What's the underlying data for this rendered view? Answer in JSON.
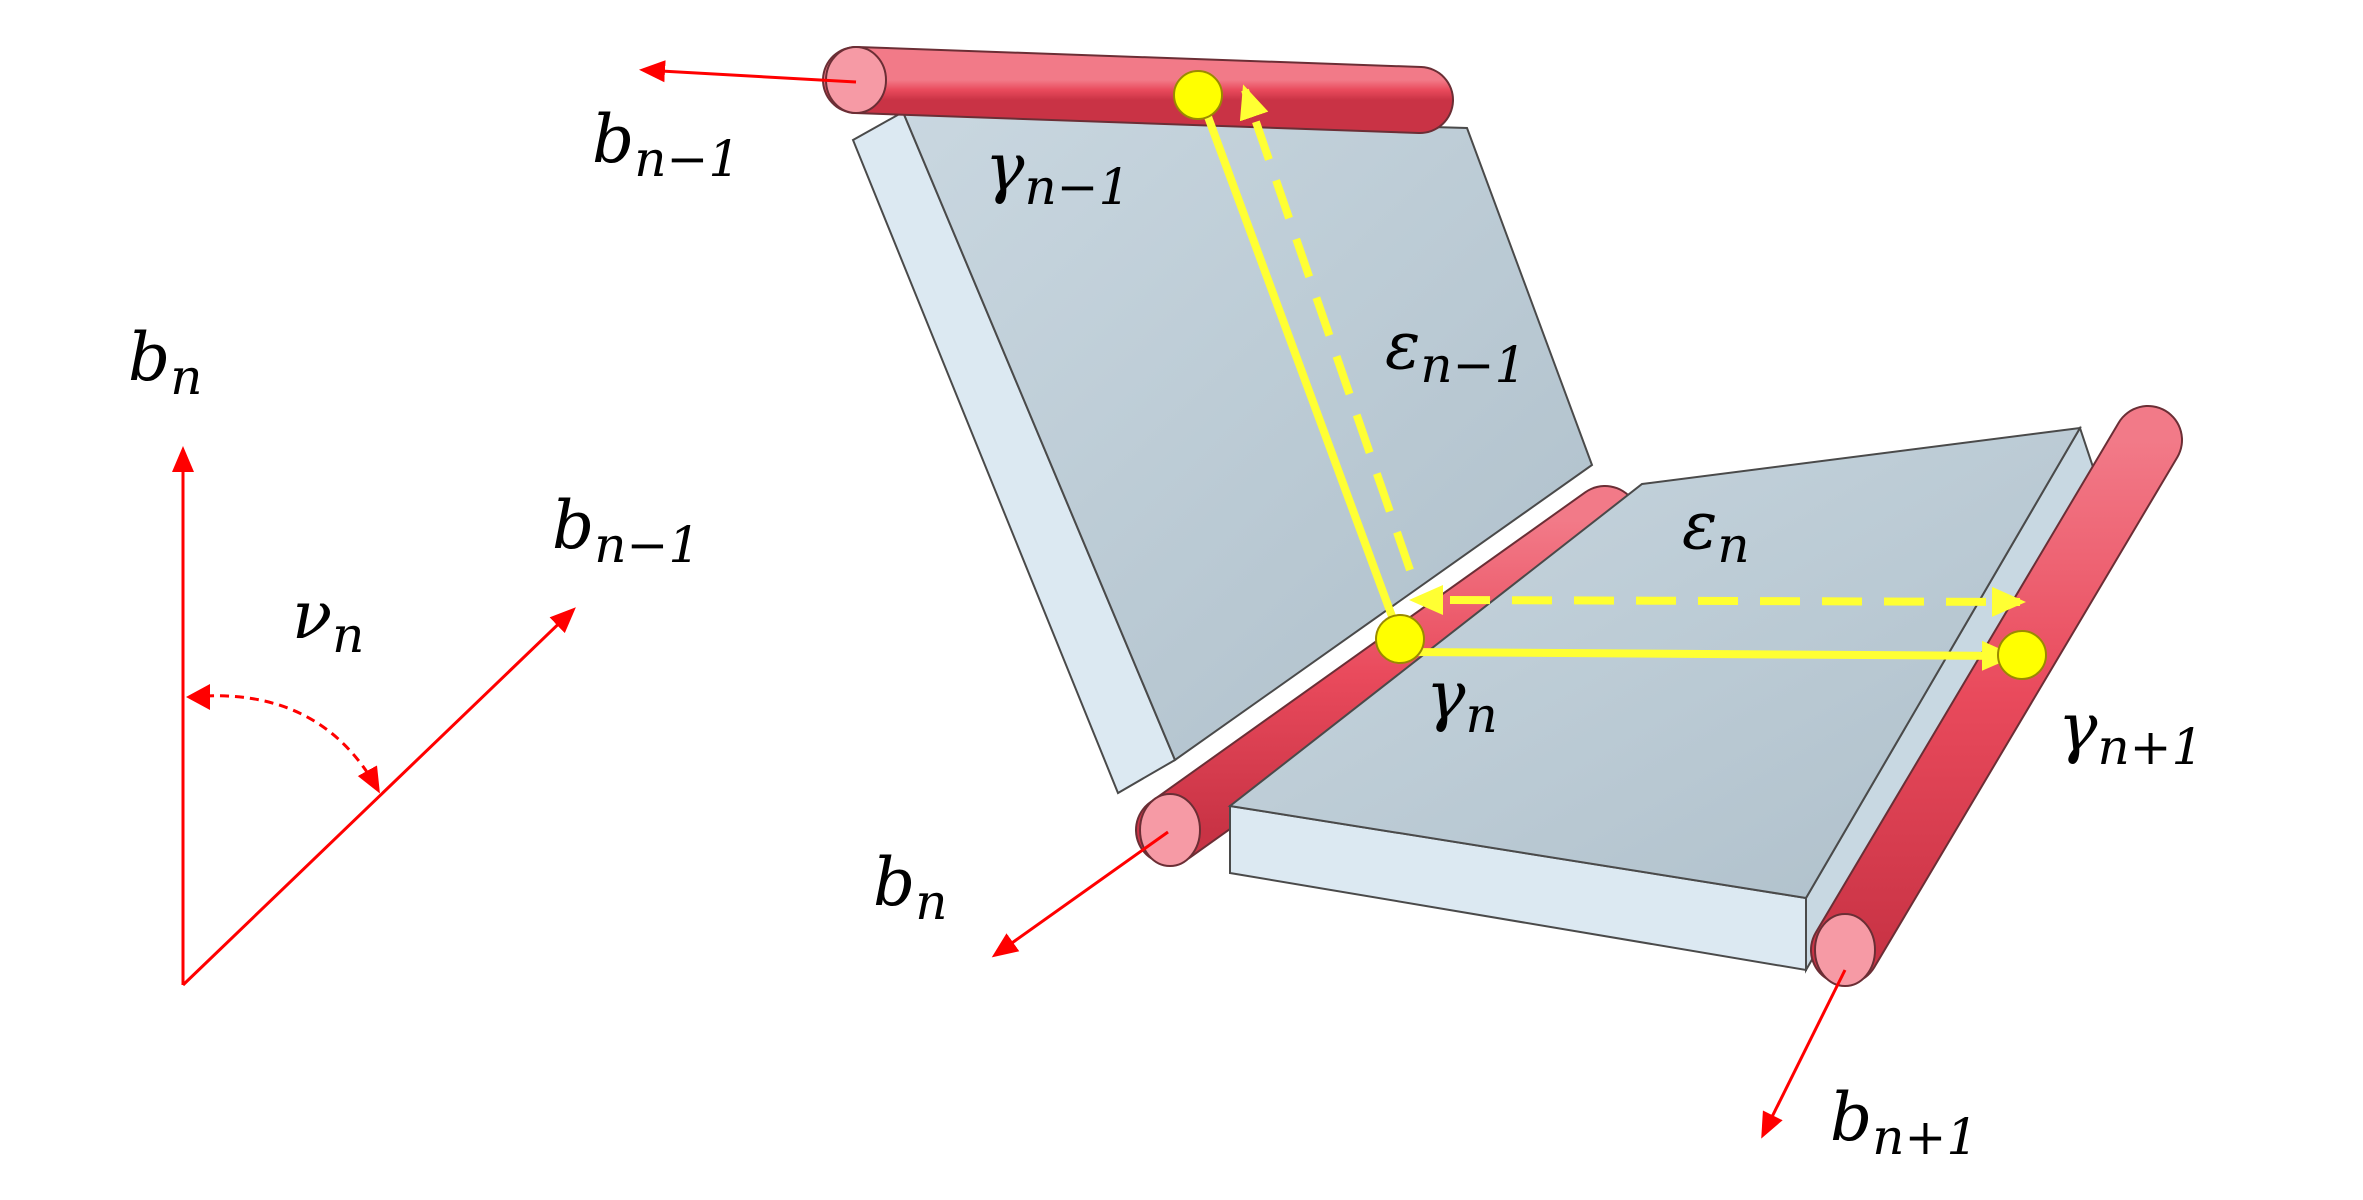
{
  "colors": {
    "rod": "#ec5566",
    "rod_end": "#f69aa5",
    "rod_outline": "#6b2e35",
    "panel_top": "#bccbd5",
    "panel_side": "#dce9f2",
    "panel_outline": "#4a4a4a",
    "ray": "#ff0000",
    "path": "#ffff33",
    "node_fill": "#ffff00",
    "node_outline": "#9a8a00"
  },
  "labels": {
    "b_top": {
      "base": "b",
      "sub": "n−1"
    },
    "gamma_top": {
      "base": "γ",
      "sub": "n−1"
    },
    "eps_top": {
      "base": "ε",
      "sub": "n−1"
    },
    "eps_mid": {
      "base": "ε",
      "sub": "n"
    },
    "gamma_mid": {
      "base": "γ",
      "sub": "n"
    },
    "gamma_right": {
      "base": "γ",
      "sub": "n+1"
    },
    "b_mid": {
      "base": "b",
      "sub": "n"
    },
    "b_bottom": {
      "base": "b",
      "sub": "n+1"
    },
    "axis_vertical": {
      "base": "b",
      "sub": "n"
    },
    "axis_tilted": {
      "base": "b",
      "sub": "n−1"
    },
    "angle": {
      "base": "ν",
      "sub": "n"
    }
  }
}
